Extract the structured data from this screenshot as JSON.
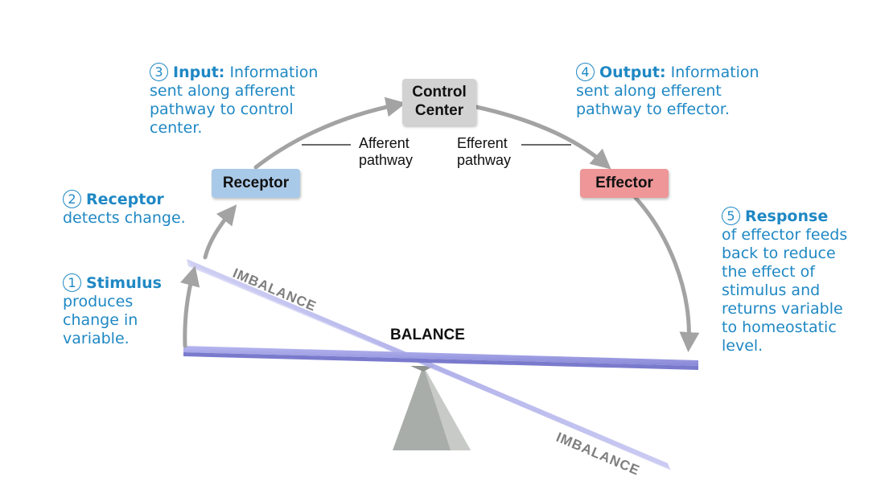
{
  "boxes": {
    "control_center_line1": "Control",
    "control_center_line2": "Center",
    "receptor": "Receptor",
    "effector": "Effector"
  },
  "pathways": {
    "afferent_line1": "Afferent",
    "afferent_line2": "pathway",
    "efferent_line1": "Efferent",
    "efferent_line2": "pathway"
  },
  "steps": {
    "s1": {
      "num": "1",
      "title": "Stimulus",
      "lines": [
        "produces",
        "change in",
        "variable."
      ]
    },
    "s2": {
      "num": "2",
      "title": "Receptor",
      "lines": [
        "detects change."
      ]
    },
    "s3": {
      "num": "3",
      "title": "Input:",
      "title_rest": " Information",
      "lines": [
        "sent along afferent",
        "pathway to control",
        "center."
      ]
    },
    "s4": {
      "num": "4",
      "title": "Output:",
      "title_rest": " Information",
      "lines": [
        "sent along efferent",
        "pathway to effector."
      ]
    },
    "s5": {
      "num": "5",
      "title": "Response",
      "lines": [
        "of effector feeds",
        "back to reduce",
        "the effect of",
        "stimulus and",
        "returns variable",
        "to homeostatic",
        "level."
      ]
    }
  },
  "lever": {
    "balance": "BALANCE",
    "imbalance_upper": "IMBALANCE",
    "imbalance_lower": "IMBALANCE"
  },
  "colors": {
    "text_accent": "#1f88c4",
    "receptor_box": "#a9c9e8",
    "effector_box": "#ee9698",
    "control_box": "#d2d2d2",
    "arrow": "#a3a3a3",
    "beam": "#9d9de6"
  }
}
